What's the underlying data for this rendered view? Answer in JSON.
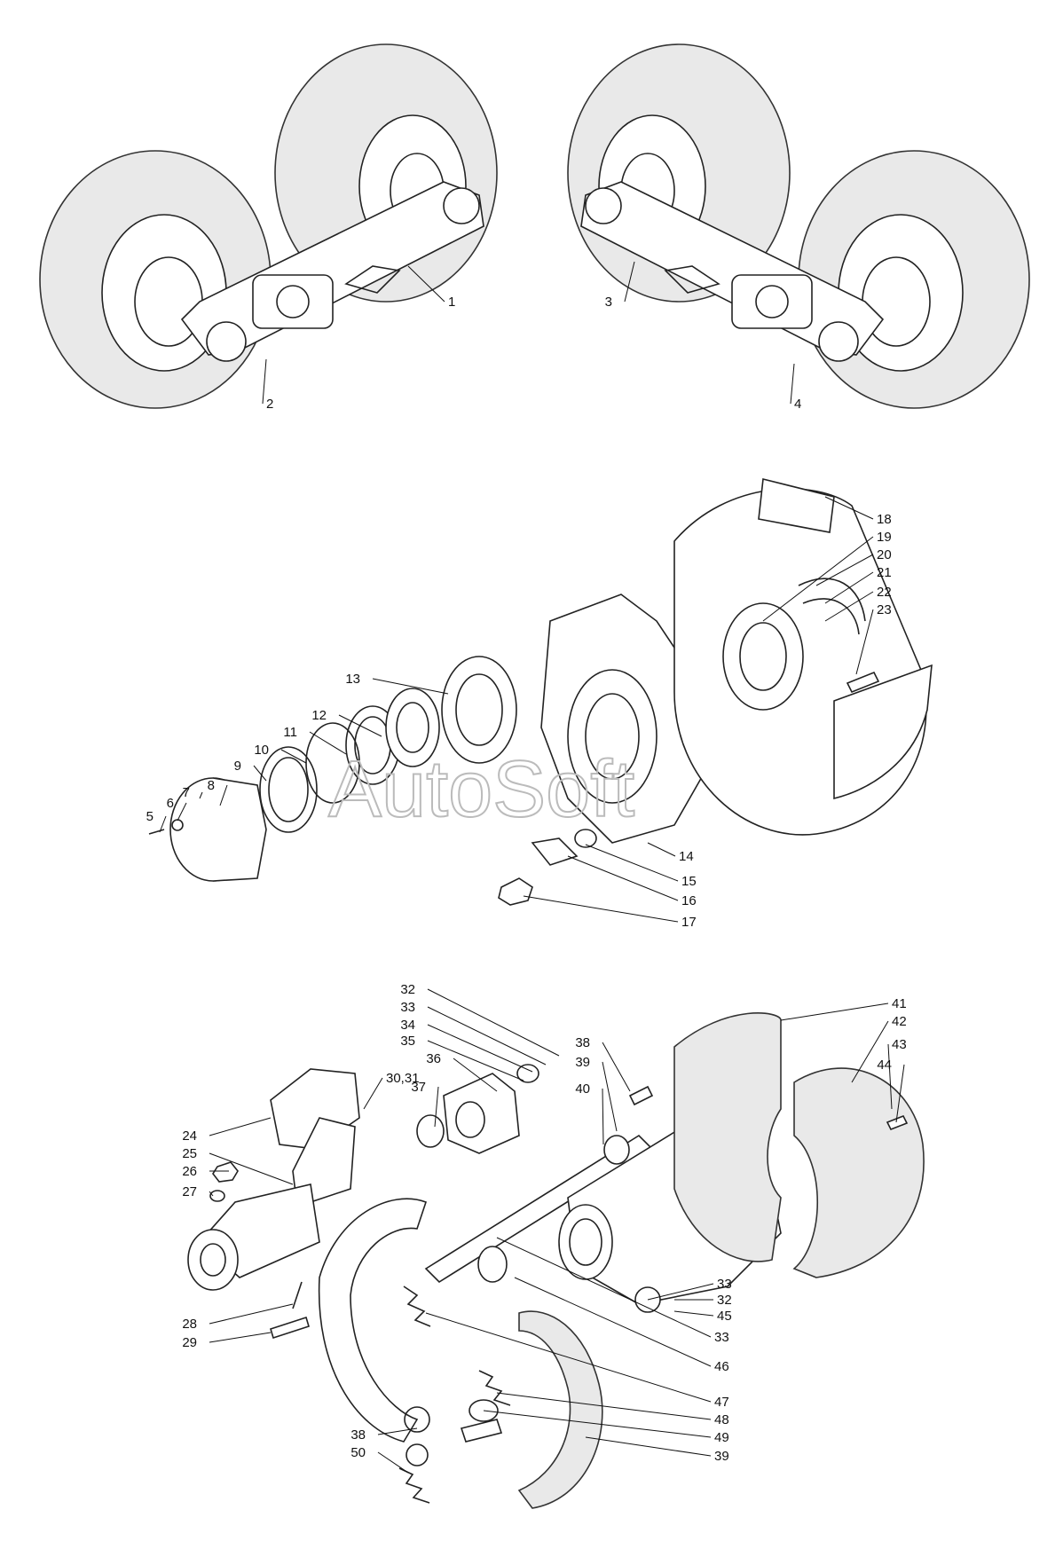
{
  "watermark": "AutoSoft",
  "callouts": [
    "1",
    "2",
    "3",
    "4",
    "5",
    "6",
    "7",
    "8",
    "9",
    "10",
    "11",
    "12",
    "13",
    "14",
    "15",
    "16",
    "17",
    "18",
    "19",
    "20",
    "21",
    "22",
    "23",
    "24",
    "25",
    "26",
    "27",
    "28",
    "29",
    "30,31",
    "32",
    "33",
    "34",
    "35",
    "36",
    "37",
    "38",
    "39",
    "40",
    "41",
    "42",
    "43",
    "44",
    "33",
    "32",
    "45",
    "33",
    "46",
    "47",
    "48",
    "49",
    "39",
    "38",
    "50",
    "38",
    "39"
  ]
}
